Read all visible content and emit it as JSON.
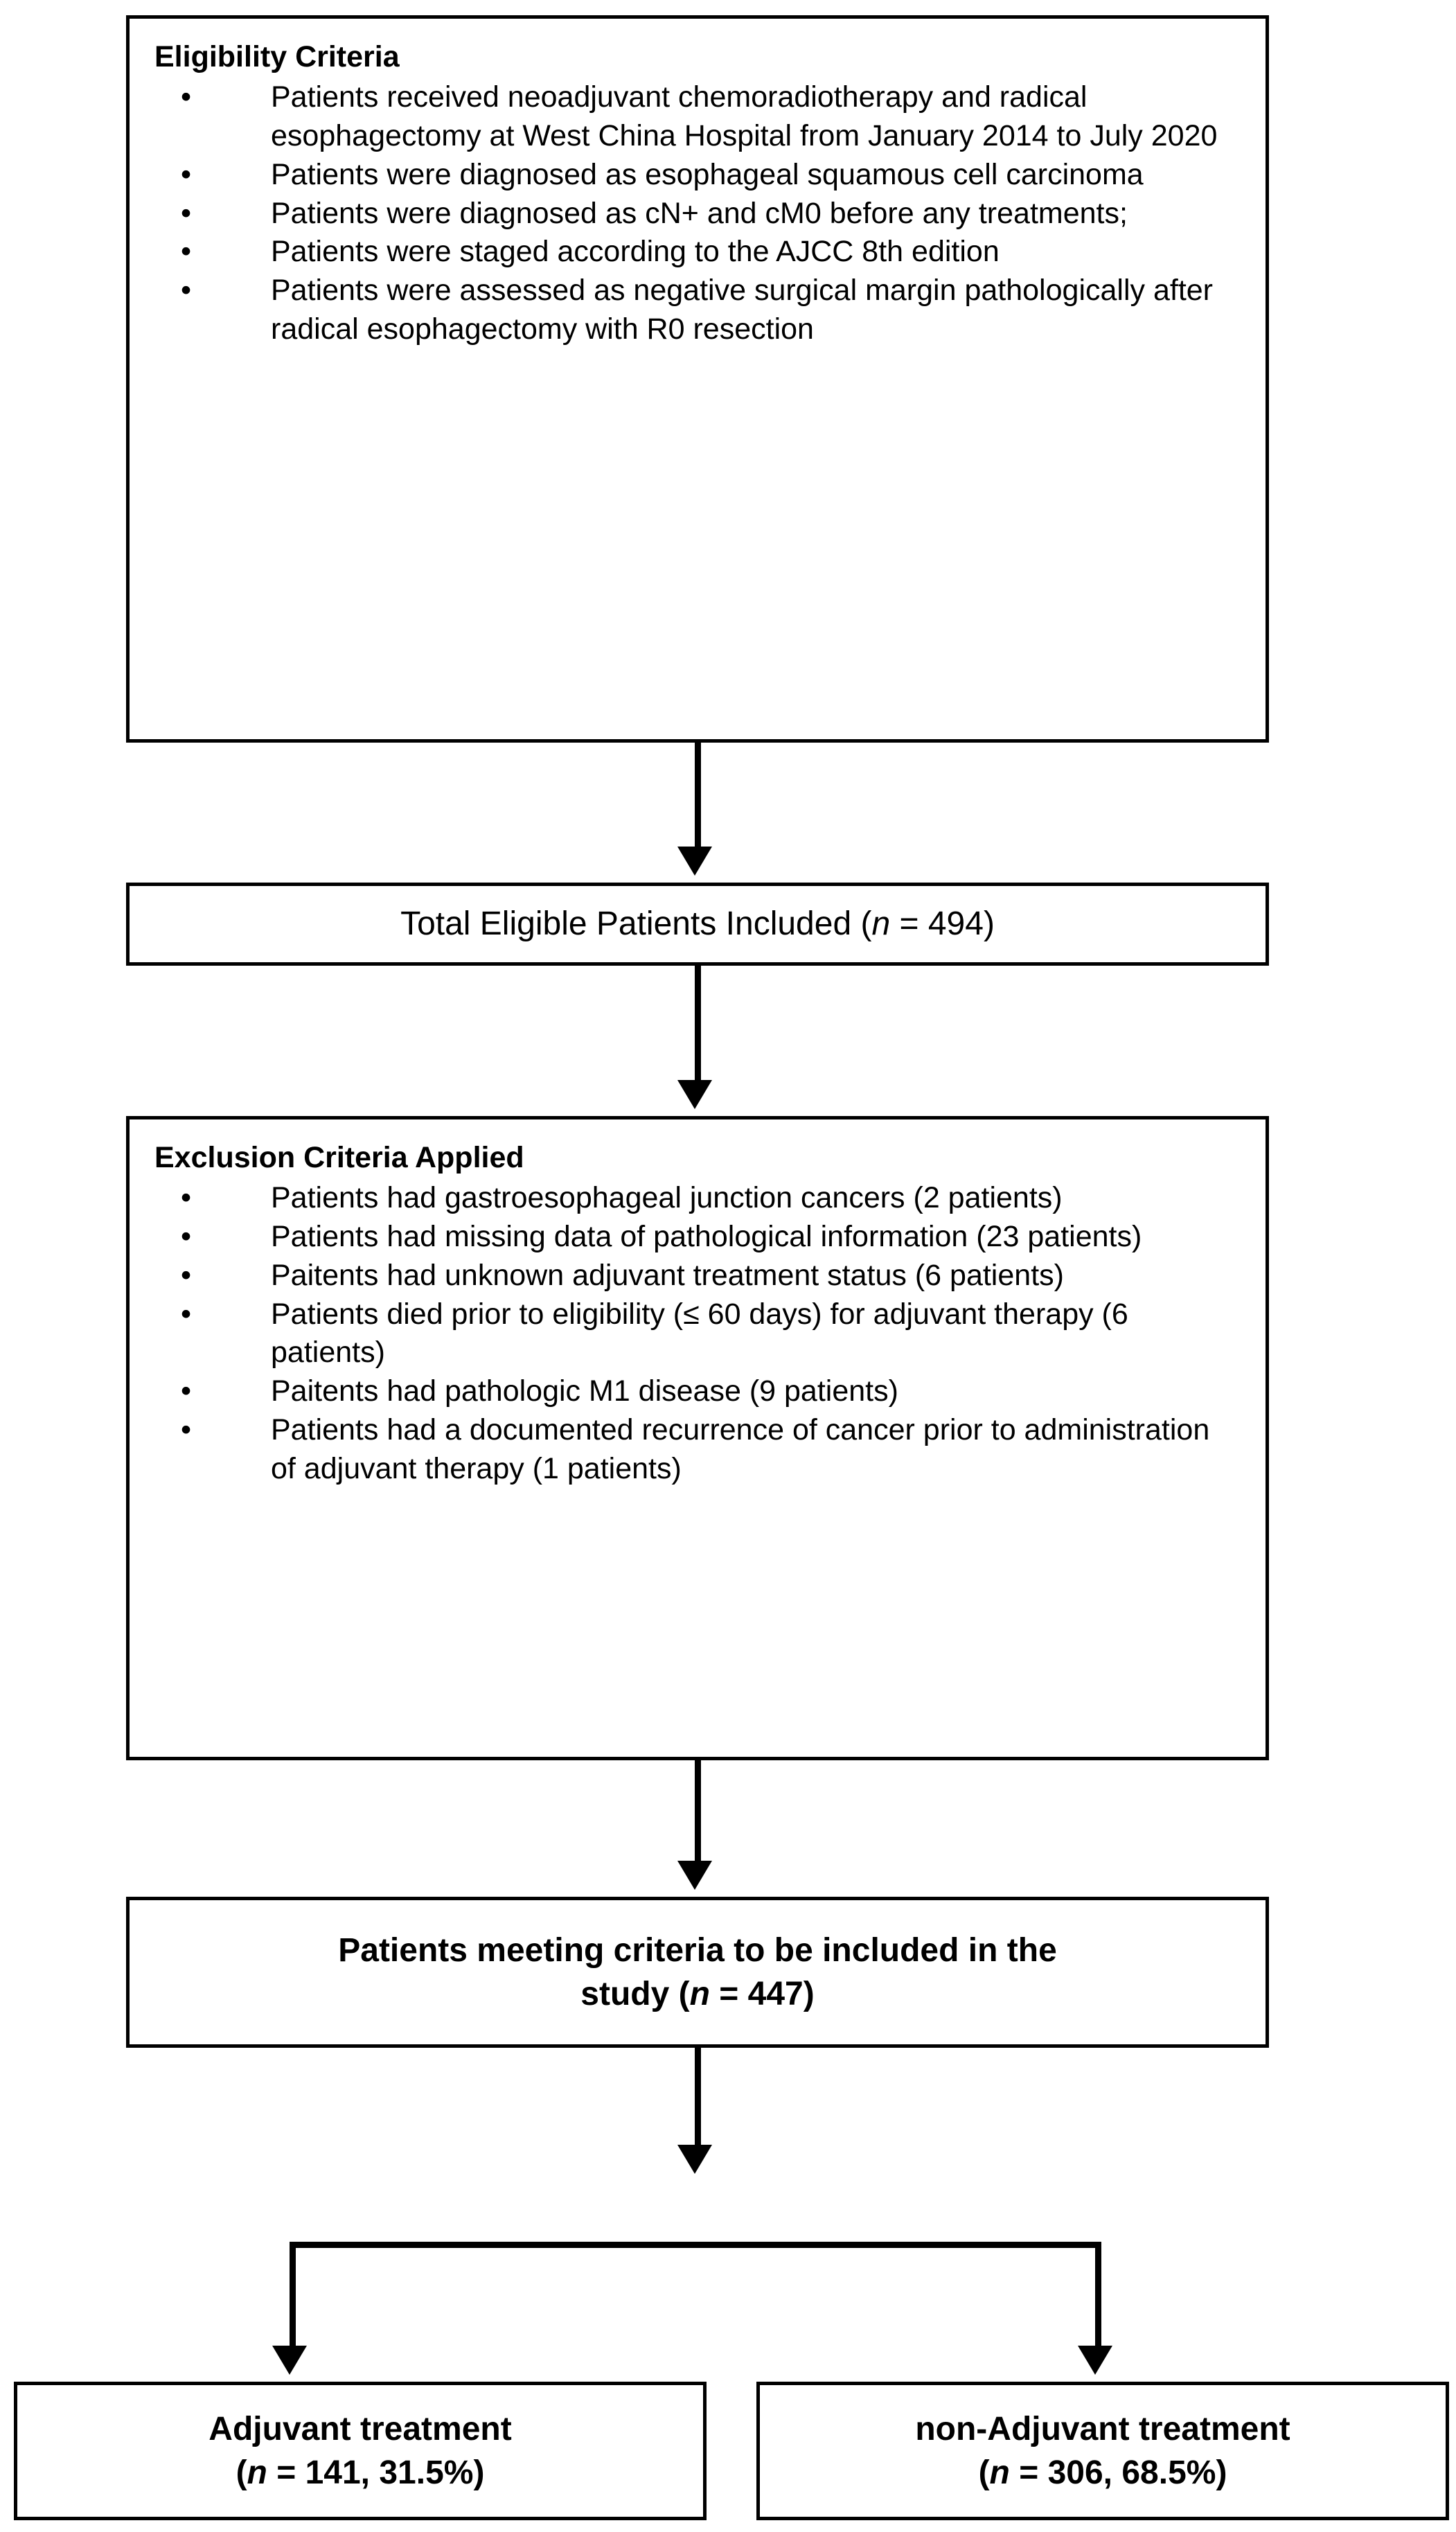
{
  "figure": {
    "type": "flowchart",
    "orientation": "vertical",
    "line_color": "#000000",
    "background_color": "#ffffff"
  },
  "eligibility_box": {
    "title": "Eligibility Criteria",
    "bullet_char": "•",
    "bullets": [
      "Patients received neoadjuvant chemoradiotherapy and radical esophagectomy at West China Hospital from January 2014 to July 2020",
      "Patients were diagnosed as esophageal squamous cell carcinoma",
      "Patients were diagnosed as cN+ and cM0 before any treatments;",
      "Patients were staged according to the AJCC 8th edition",
      "Patients were assessed as negative surgical margin pathologically after radical esophagectomy with R0 resection"
    ]
  },
  "total_eligible_box": {
    "prefix": "Total Eligible Patients Included (",
    "n_symbol": "n",
    "suffix": " = 494)"
  },
  "exclusion_box": {
    "title": "Exclusion Criteria Applied",
    "bullet_char": "•",
    "bullets": [
      "Patients had gastroesophageal junction cancers (2 patients)",
      "Patients had missing data of pathological information (23 patients)",
      "Paitents had unknown adjuvant treatment status (6 patients)",
      "Patients died prior to eligibility (≤ 60 days) for adjuvant therapy (6 patients)",
      "Paitents had pathologic M1 disease (9 patients)",
      "Patients had a documented recurrence of cancer prior to administration of adjuvant therapy (1 patients)"
    ]
  },
  "included_box": {
    "line1": "Patients meeting criteria to be included in the",
    "line2_prefix": "study (",
    "n_symbol": "n",
    "line2_suffix": " = 447)"
  },
  "adjuvant_box": {
    "title": "Adjuvant treatment",
    "stats_prefix": "(",
    "n_symbol": "n",
    "stats_suffix": " = 141, 31.5%)"
  },
  "non_adjuvant_box": {
    "title": "non-Adjuvant treatment",
    "stats_prefix": "(",
    "n_symbol": "n",
    "stats_suffix": " = 306, 68.5%)"
  }
}
